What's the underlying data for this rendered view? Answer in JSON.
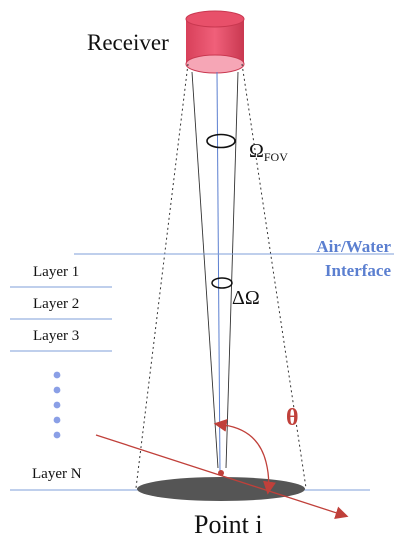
{
  "labels": {
    "receiver": "Receiver",
    "fov_symbol": "Ω",
    "fov_subscript": "FOV",
    "delta_omega": "ΔΩ",
    "interface_line1": "Air/Water",
    "interface_line2": "Interface",
    "theta": "θ",
    "point": "Point i"
  },
  "layers": [
    "Layer 1",
    "Layer 2",
    "Layer 3",
    "Layer N"
  ],
  "colors": {
    "receiver_fill": "#e8506a",
    "receiver_top": "#f6a6b6",
    "interface_line": "#7f9fd8",
    "interface_text": "#5b7fd0",
    "ray": "#c0403a",
    "ellipse_area": "#555555",
    "dots": "#8a9fe6"
  }
}
